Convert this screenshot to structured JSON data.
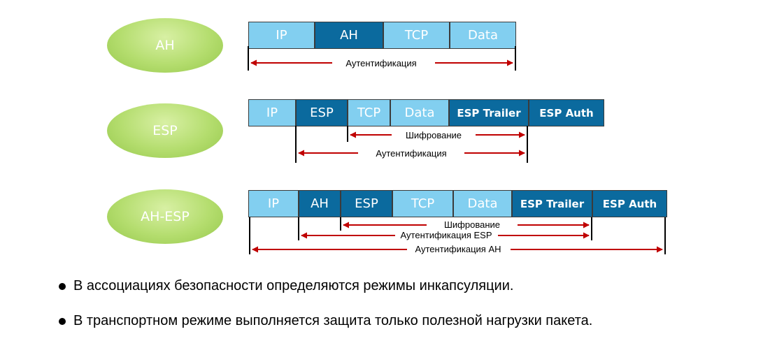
{
  "protocols": {
    "ah": {
      "label": "AH",
      "fields": [
        "IP",
        "AH",
        "TCP",
        "Data"
      ],
      "ranges": [
        "Аутентификация"
      ]
    },
    "esp": {
      "label": "ESP",
      "fields": [
        "IP",
        "ESP",
        "TCP",
        "Data",
        "ESP Trailer",
        "ESP Auth"
      ],
      "ranges": [
        "Шифрование",
        "Аутентификация"
      ]
    },
    "ah_esp": {
      "label": "AH-ESP",
      "fields": [
        "IP",
        "AH",
        "ESP",
        "TCP",
        "Data",
        "ESP Trailer",
        "ESP Auth"
      ],
      "ranges": [
        "Шифрование",
        "Аутентификация ESP",
        "Аутентификация AH"
      ]
    }
  },
  "colors": {
    "light": "#82cff0",
    "dark": "#0b6a9e",
    "arrow": "#c00000",
    "oval": "#b4dd6e"
  },
  "bullets": [
    "В ассоциациях безопасности определяются режимы инкапсуляции.",
    "В транспортном режиме выполняется защита только полезной нагрузки пакета."
  ]
}
